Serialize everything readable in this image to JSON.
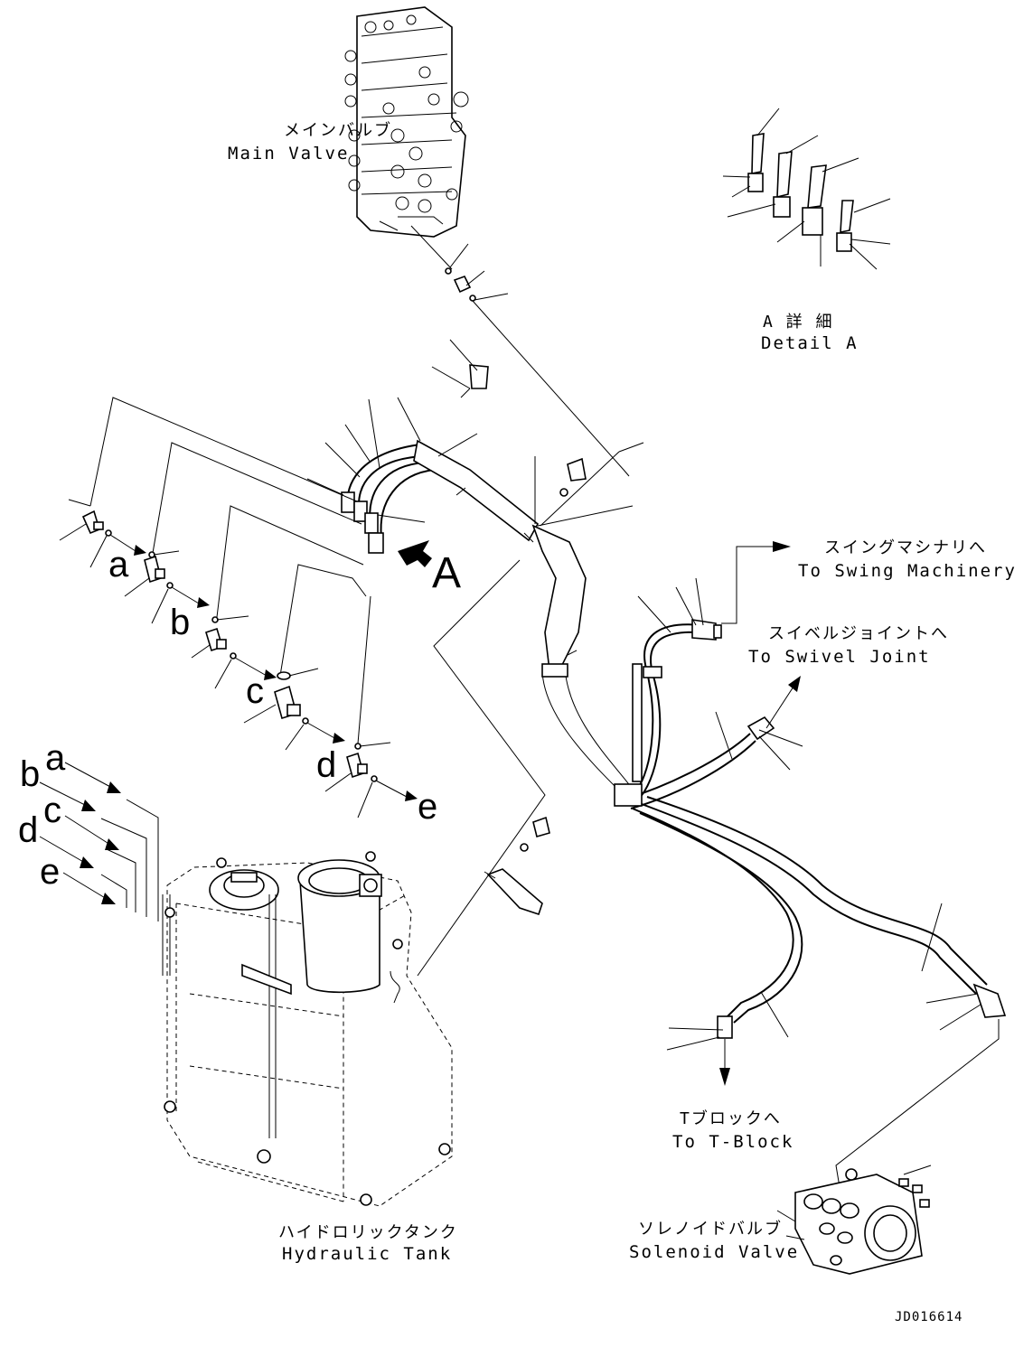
{
  "labels": {
    "main_valve_jp": "メインバルブ",
    "main_valve_en": "Main Valve",
    "detail_a_jp": "A 詳 細",
    "detail_a_en": "Detail A",
    "swing_jp": "スイングマシナリへ",
    "swing_en": "To Swing Machinery",
    "swivel_jp": "スイベルジョイントへ",
    "swivel_en": "To Swivel Joint",
    "tblock_jp": "Tブロックへ",
    "tblock_en": "To T-Block",
    "tank_jp": "ハイドロリックタンク",
    "tank_en": "Hydraulic Tank",
    "solenoid_jp": "ソレノイドバルブ",
    "solenoid_en": "Solenoid Valve",
    "drawing_code": "JD016614"
  },
  "callouts": {
    "view_a": "A",
    "fittings": [
      "a",
      "b",
      "c",
      "d",
      "e"
    ],
    "tank_ports": [
      "a",
      "b",
      "c",
      "d",
      "e"
    ]
  }
}
